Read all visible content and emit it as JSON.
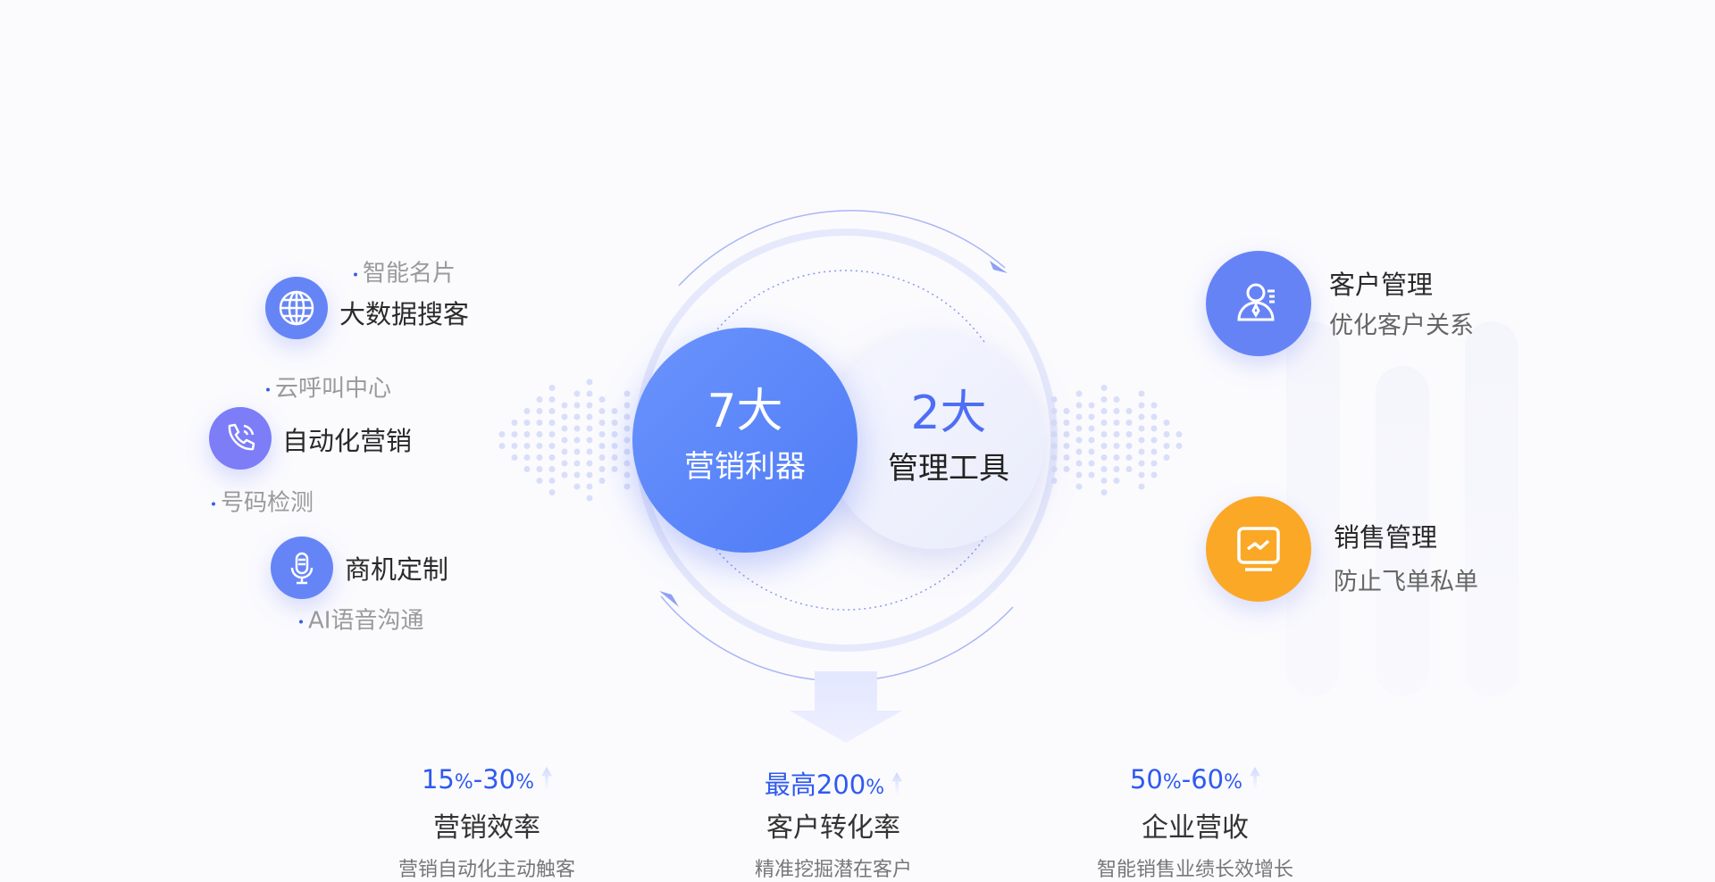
{
  "left_features": [
    {
      "sub": "智能名片",
      "title": "大数据搜客",
      "icon": "globe-icon"
    },
    {
      "sub_top": "云呼叫中心",
      "title": "自动化营销",
      "sub_bottom": "号码检测",
      "icon": "phone-icon"
    },
    {
      "title": "商机定制",
      "sub": "AI语音沟通",
      "icon": "microphone-icon"
    }
  ],
  "center": {
    "left_num": "7大",
    "left_label": "营销利器",
    "right_num": "2大",
    "right_label": "管理工具"
  },
  "right_features": [
    {
      "title": "客户管理",
      "sub": "优化客户关系",
      "icon": "customer-icon",
      "color": "#6683f6"
    },
    {
      "title": "销售管理",
      "sub": "防止飞单私单",
      "icon": "monitor-chart-icon",
      "color": "#fba826"
    }
  ],
  "stats": [
    {
      "prefix": "",
      "v1": "15",
      "p1": "%",
      "dash": "-",
      "v2": "30",
      "p2": "%",
      "label": "营销效率",
      "sub": "营销自动化主动触客"
    },
    {
      "prefix": "最高",
      "v1": "200",
      "p1": "%",
      "dash": "",
      "v2": "",
      "p2": "",
      "label": "客户转化率",
      "sub": "精准挖掘潜在客户"
    },
    {
      "prefix": "",
      "v1": "50",
      "p1": "%",
      "dash": "-",
      "v2": "60",
      "p2": "%",
      "label": "企业营收",
      "sub": "智能销售业绩长效增长"
    }
  ],
  "colors": {
    "accent": "#2f5af0",
    "primary_circle": "#5b86fb",
    "orange": "#fba826"
  }
}
